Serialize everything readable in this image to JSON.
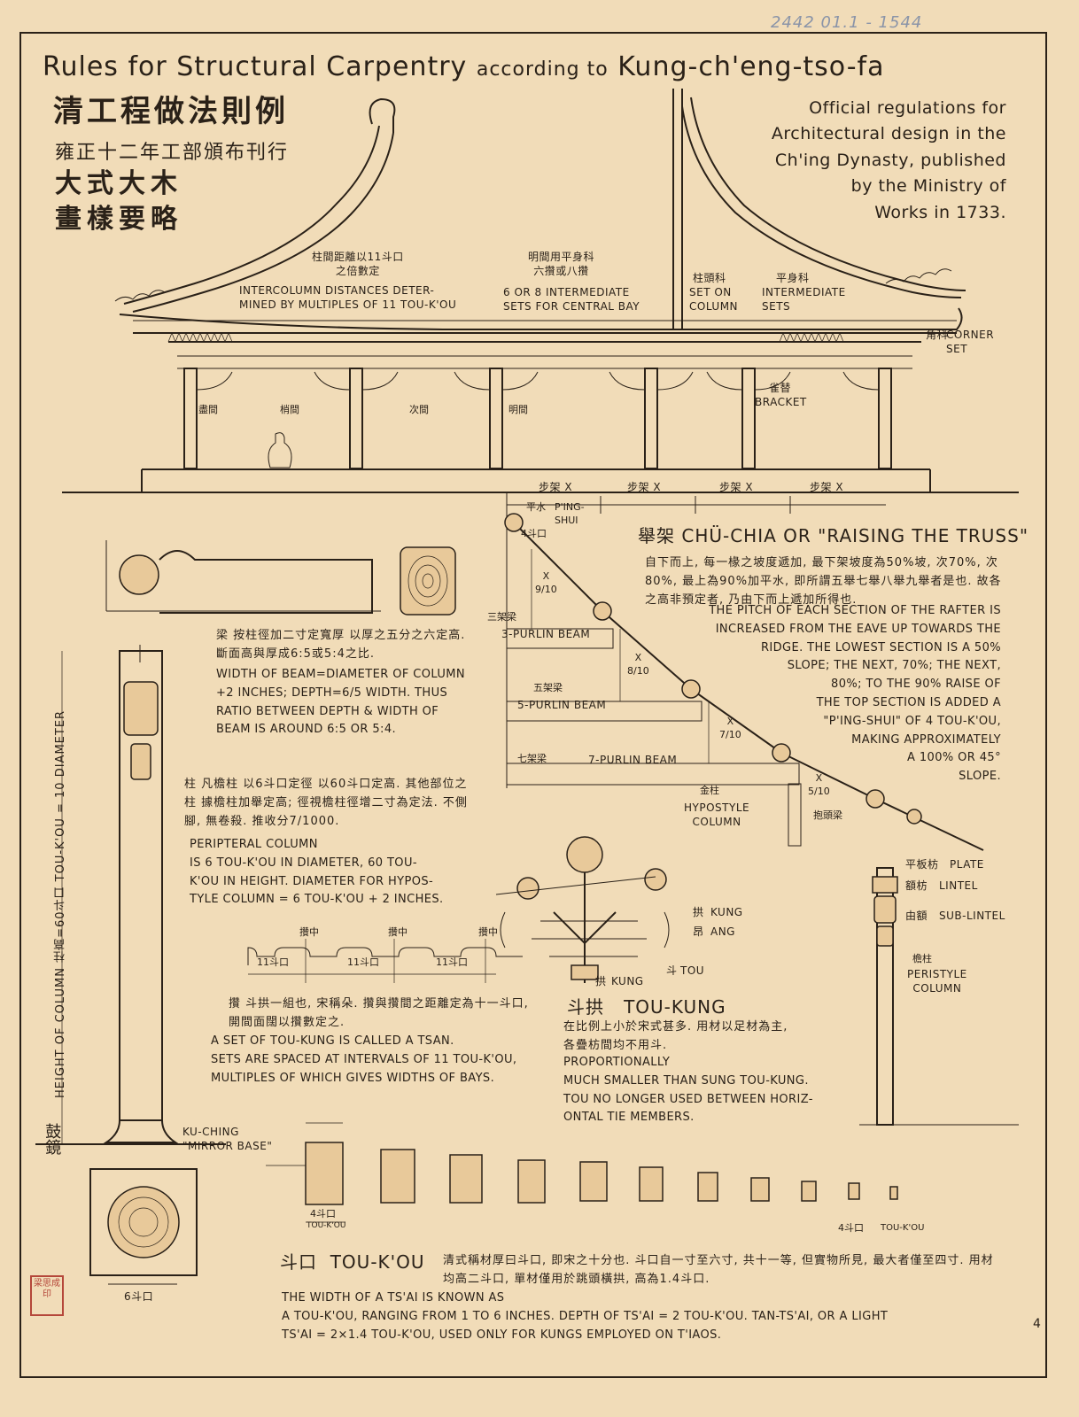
{
  "pencil_note": "2442 01.1 - 1544",
  "title": {
    "main": "Rules for Structural Carpentry",
    "connector": "according to",
    "source": "Kung-ch'eng-tso-fa"
  },
  "cjk_title": {
    "line1": "清工程做法則例",
    "line2": "雍正十二年工部頒布刊行",
    "line3": "大式大木",
    "line4": "畫樣要略"
  },
  "official": "Official regulations for\nArchitectural design in the\nCh'ing Dynasty, published\nby the Ministry of\nWorks in 1733.",
  "elevation": {
    "intercolumn_cjk": "柱間距離以11斗口\n之倍數定",
    "intercolumn": "INTERCOLUMN DISTANCES DETER-\nMINED BY MULTIPLES OF 11 TOU-K'OU",
    "central_cjk": "明間用平身科\n六攢或八攢",
    "central": "6 OR 8 INTERMEDIATE\nSETS FOR CENTRAL BAY",
    "set_on_column_cjk": "柱頭科",
    "set_on_column": "SET ON\nCOLUMN",
    "intermediate_cjk": "平身科",
    "intermediate": "INTERMEDIATE\nSETS",
    "corner_cjk": "角科",
    "corner": "CORNER\nSET",
    "bracket_cjk": "雀替",
    "bracket": "BRACKET",
    "bays": [
      "盡間",
      "梢間",
      "次間",
      "明間"
    ]
  },
  "beam": {
    "cjk": "梁 按柱徑加二寸定寬厚 以厚之五分之六定高. 斷面高與厚成6:5或5:4之比.",
    "text": "WIDTH OF BEAM=DIAMETER OF COLUMN\n+2 INCHES; DEPTH=6/5 WIDTH. THUS\nRATIO BETWEEN DEPTH & WIDTH OF\nBEAM IS AROUND 6:5 OR 5:4."
  },
  "column": {
    "cjk": "柱 凡檐柱 以6斗口定徑 以60斗口定高. 其他部位之柱 據檐柱加舉定高; 徑視檐柱徑增二寸為定法. 不側腳, 無卷殺. 推收分7/1000.",
    "text": "PERIPTERAL COLUMN\nIS 6 TOU-K'OU IN DIAMETER, 60 TOU-\nK'OU IN HEIGHT. DIAMETER FOR HYPOS-\nTYLE COLUMN = 6 TOU-K'OU + 2 INCHES.",
    "height_label": "HEIGHT OF COLUMN 柱高=60斗口 TOU-K'OU = 10 DIAMETER",
    "base_cjk": "鼓鏡",
    "base": "KU-CHING\n\"MIRROR BASE\"",
    "base_dim": "6斗口"
  },
  "truss": {
    "labels": [
      "步架 X",
      "步架 X",
      "步架 X",
      "步架 X"
    ],
    "pingshui_cjk": "平水",
    "pingshui": "P'ING-\nSHUI",
    "pingshui_dim": "4斗口",
    "purlin3_cjk": "三架梁",
    "purlin3": "3-PURLIN BEAM",
    "purlin5_cjk": "五架梁",
    "purlin5": "5-PURLIN BEAM",
    "purlin7_cjk": "七架梁",
    "purlin7": "7-PURLIN BEAM",
    "r9": "X\n9/10",
    "r8": "X\n8/10",
    "r7": "X\n7/10",
    "r5": "X\n5/10",
    "heading_cjk": "舉架",
    "heading": "CHÜ-CHIA OR \"RAISING THE TRUSS\"",
    "cjk": "自下而上, 每一椽之坡度遞加, 最下架坡度為50%坡, 次70%, 次80%, 最上為90%加平水, 即所謂五舉七舉八舉九舉者是也. 故各之高非預定者, 乃由下而上遞加所得也.",
    "text": "THE PITCH OF EACH SECTION OF THE RAFTER IS\nINCREASED FROM THE EAVE UP TOWARDS THE\nRIDGE. THE LOWEST SECTION IS A 50%\nSLOPE; THE NEXT, 70%; THE NEXT,\n80%; TO THE 90% RAISE OF\nTHE TOP SECTION IS ADDED A\n\"P'ING-SHUI\" OF 4 TOU-K'OU,\nMAKING APPROXIMATELY\nA 100% OR 45°\nSLOPE.",
    "hypostyle_cjk": "金柱",
    "hypostyle": "HYPOSTYLE\nCOLUMN",
    "beam_cjk": "抱頭梁",
    "plate_cjk": "平板枋",
    "plate": "PLATE",
    "lintel_cjk": "額枋",
    "lintel": "LINTEL",
    "sublintel_cjk": "由額",
    "sublintel": "SUB-LINTEL",
    "peristyle_cjk": "檐柱",
    "peristyle": "PERISTYLE\nCOLUMN"
  },
  "toukung": {
    "kung_cjk": "拱",
    "kung": "KUNG",
    "ang_cjk": "昂",
    "ang": "ANG",
    "tou_cjk": "斗",
    "tou": "TOU",
    "kung2_cjk": "拱",
    "kung2": "KUNG",
    "heading_cjk": "斗拱",
    "heading": "TOU-KUNG",
    "cjk": "在比例上小於宋式甚多. 用材以足材為主, 各疊枋間均不用斗.",
    "text": "PROPORTIONALLY\nMUCH SMALLER THAN SUNG TOU-KUNG.\nTOU NO LONGER USED BETWEEN HORIZ-\nONTAL TIE MEMBERS."
  },
  "tsan": {
    "spacing": [
      "11斗口",
      "11斗口",
      "11斗口"
    ],
    "center_marks": [
      "攢中",
      "攢中",
      "攢中"
    ],
    "cjk": "攢 斗拱一組也, 宋稱朵. 攢與攢間之距離定為十一斗口, 開間面闊以攢數定之.",
    "text": "A SET OF TOU-KUNG IS CALLED A TSAN.\nSETS ARE SPACED AT INTERVALS OF 11 TOU-K'OU,\nMULTIPLES OF WHICH GIVES WIDTHS OF BAYS."
  },
  "toukou": {
    "dim_cjk": "4斗口",
    "dim": "TOU-K'OU",
    "dim2_cjk": "4斗口",
    "dim2": "TOU-K'OU",
    "heading_cjk": "斗口",
    "heading": "TOU-K'OU",
    "cjk": "清式稱材厚曰斗口, 即宋之十分也. 斗口自一寸至六寸, 共十一等, 但實物所見, 最大者僅至四寸. 用材均高二斗口, 單材僅用於跳頭橫拱, 高為1.4斗口.",
    "text": "THE WIDTH OF A TS'AI IS KNOWN AS\nA TOU-K'OU, RANGING FROM 1 TO 6 INCHES. DEPTH OF TS'AI = 2 TOU-K'OU. TAN-TS'AI, OR A LIGHT\nTS'AI = 2×1.4 TOU-K'OU, USED ONLY FOR KUNGS EMPLOYED ON T'IAOS."
  },
  "stamp": "梁思成印",
  "page_number": "4"
}
